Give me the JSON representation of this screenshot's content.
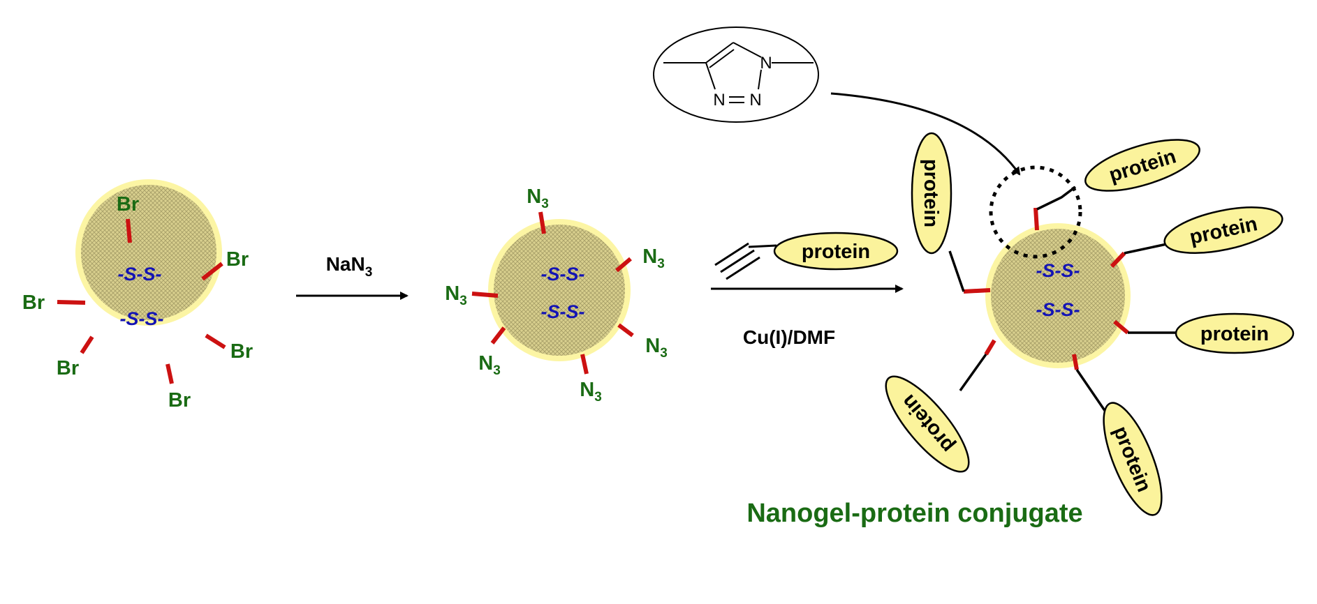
{
  "particle": {
    "disulfide_label": "-S-S-"
  },
  "step1": {
    "group_label": "Br",
    "reagent": "NaN",
    "reagent_sub": "3"
  },
  "step2": {
    "group_label": "N",
    "group_sub": "3"
  },
  "step3": {
    "reagent_protein": "protein",
    "conditions": "Cu(I)/DMF"
  },
  "triazole": {
    "atom_n": "N"
  },
  "conjugate": {
    "protein_label": "protein",
    "caption": "Nanogel-protein conjugate"
  },
  "colors": {
    "particle_halo": "#fcf5a4",
    "particle_core": "#ccc487",
    "linker": "#cc1111",
    "label_green": "#1a6b14",
    "label_blue": "#1414b4",
    "protein_fill": "#fbf39c"
  }
}
